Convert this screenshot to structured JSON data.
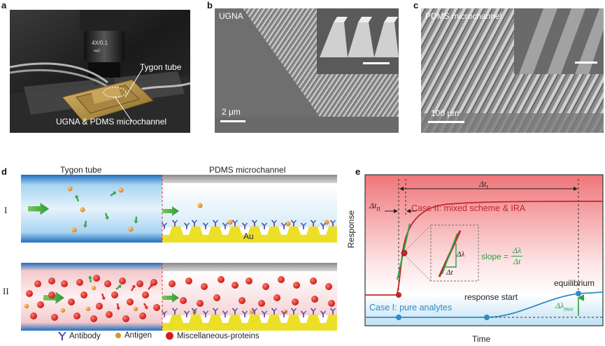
{
  "panel_a": {
    "label": "a",
    "objective_text_1": "4X/0.1",
    "objective_text_2": "∞/-",
    "tygon_label": "Tygon tube",
    "chip_label": "UGNA & PDMS microchannel"
  },
  "panel_b": {
    "label": "b",
    "title": "UGNA",
    "scale_text": "2 μm"
  },
  "panel_c": {
    "label": "c",
    "title": "PDMS microchannel",
    "scale_text": "100 μm"
  },
  "panel_d": {
    "label": "d",
    "left_header": "Tygon tube",
    "right_header": "PDMS microchannel",
    "row1_label": "I",
    "row2_label": "II",
    "au_label": "Au",
    "legend": {
      "antibody": "Antibody",
      "antigen": "Antigen",
      "misc": "Miscellaneous-proteins"
    }
  },
  "panel_e": {
    "label": "e",
    "ylabel": "Response",
    "xlabel": "Time",
    "dt_I_main": "Δt",
    "dt_I_sub": "I",
    "dt_II_main": "Δt",
    "dt_II_sub": "II",
    "case2": "Case II: mixed scheme & IRA",
    "case1": "Case I: pure analytes",
    "slope_text": "slope =",
    "slope_num": "Δλ",
    "slope_den": "Δt",
    "inset_dlambda": "Δλ",
    "inset_dt": "Δt",
    "response_start": "response start",
    "equilibrium": "equilibrium",
    "dlmax_main": "Δλ",
    "dlmax_sub": "max",
    "colors": {
      "case2": "#c0282e",
      "case1": "#2e8bc8",
      "slope": "#2ea043"
    }
  }
}
